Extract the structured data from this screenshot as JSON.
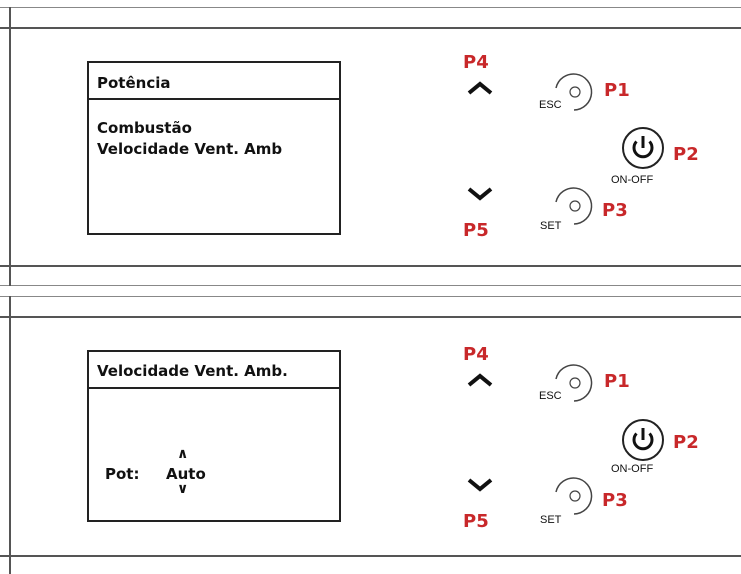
{
  "panel1": {
    "screen_title": "Potência",
    "menu_items": [
      "Combustão",
      "Velocidade Vent. Amb"
    ]
  },
  "panel2": {
    "screen_title": "Velocidade Vent. Amb.",
    "pot_label": "Pot:",
    "pot_value": "Auto",
    "arrow_up": "∧",
    "arrow_down": "∨"
  },
  "buttons": {
    "p1": "P1",
    "p2": "P2",
    "p3": "P3",
    "p4": "P4",
    "p5": "P5",
    "esc_label": "ESC",
    "onoff_label": "ON-OFF",
    "set_label": "SET"
  },
  "colors": {
    "button_label": "#c8282a",
    "frame": "#555555"
  }
}
